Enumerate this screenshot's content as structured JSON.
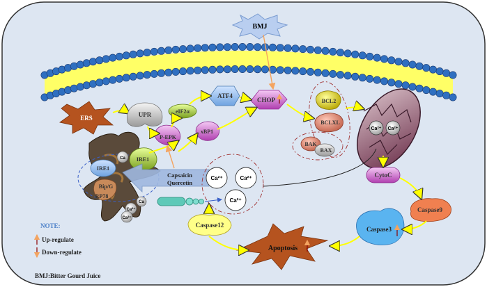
{
  "nodes": {
    "bmj": "BMJ",
    "ers": "ERS",
    "upr": "UPR",
    "eif2a": "eIF2α",
    "atf4": "ATF4",
    "chop": "CHOP",
    "perk": "P-EPK",
    "xbp1": "xBP1",
    "ire1_a": "IRE1",
    "ire1_b": "IRE1",
    "bip": "Bip/G",
    "rp78": "RP78",
    "ca_er1": "Ca",
    "ca_er2": "Ca",
    "ca_er3": "Ca²⁺",
    "ca_er4": "Ca²⁺",
    "capsaicin": "Capsaicin",
    "quercetin": "Quercetin",
    "ca_cyto1": "Ca²⁺",
    "ca_cyto2": "Ca²⁺",
    "ca_cyto3": "Ca²⁺",
    "caspase12": "Caspase12",
    "bcl2": "BCL2",
    "bclxl": "BCLXL",
    "bak": "BAK",
    "bax": "BAX",
    "ca_mito1": "Ca²⁺",
    "ca_mito2": "Ca²⁺",
    "cytoc": "CytoC",
    "caspase9": "Caspase9",
    "caspase3": "Caspase3",
    "apoptosis": "Apoptosis"
  },
  "note": {
    "title": "NOTE:",
    "up": "Up-regulate",
    "down": "Down-regulate",
    "bmj_def": "BMJ:Bitter Gourd Juice"
  },
  "colors": {
    "background": "#dde6f2",
    "membrane_head": "#2f6fc0",
    "membrane_lipid": "#ffff66",
    "arrow_yellow": "#ffff00",
    "arrow_orange": "#f4a460",
    "regulate_arrow": "#8b0000",
    "note_title": "#4a7fc8",
    "ers_star": "#b5531f",
    "apoptosis_star": "#b5531f"
  }
}
